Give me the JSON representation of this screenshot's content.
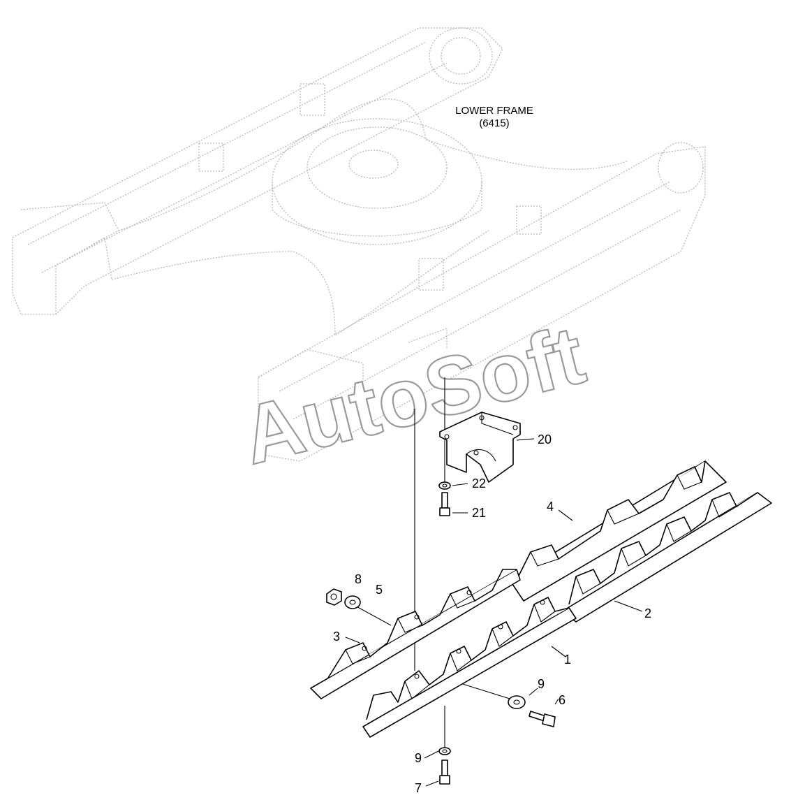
{
  "frame_label": {
    "line1": "LOWER FRAME",
    "line2": "(6415)"
  },
  "watermark": "AutoSoft",
  "callouts": [
    {
      "id": "c20",
      "text": "20"
    },
    {
      "id": "c22",
      "text": "22"
    },
    {
      "id": "c21",
      "text": "21"
    },
    {
      "id": "c4",
      "text": "4"
    },
    {
      "id": "c8",
      "text": "8"
    },
    {
      "id": "c5",
      "text": "5"
    },
    {
      "id": "c2",
      "text": "2"
    },
    {
      "id": "c3",
      "text": "3"
    },
    {
      "id": "c1",
      "text": "1"
    },
    {
      "id": "c9a",
      "text": "9"
    },
    {
      "id": "c6",
      "text": "6"
    },
    {
      "id": "c9b",
      "text": "9"
    },
    {
      "id": "c7",
      "text": "7"
    }
  ]
}
